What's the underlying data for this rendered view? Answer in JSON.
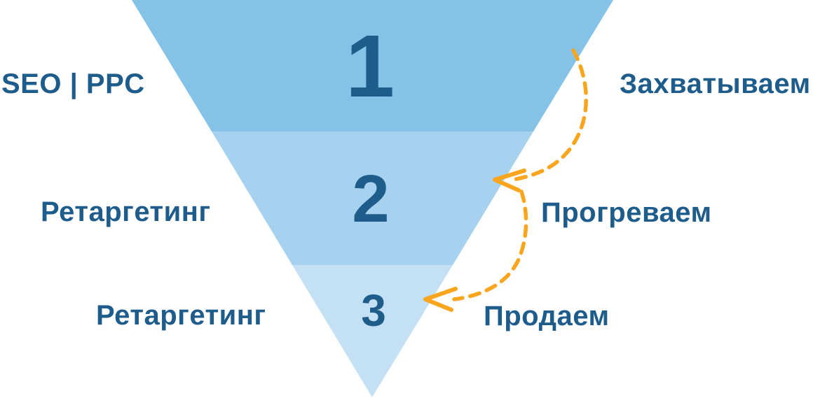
{
  "funnel": {
    "levels": [
      {
        "number": "1",
        "left_label": "SEO | PPC",
        "right_label": "Захватываем",
        "color": "#85C2E7"
      },
      {
        "number": "2",
        "left_label": "Ретаргетинг",
        "right_label": "Прогреваем",
        "color": "#A6D2EF"
      },
      {
        "number": "3",
        "left_label": "Ретаргетинг",
        "right_label": "Продаем",
        "color": "#C3E0F5"
      }
    ],
    "text_color": "#1E5C8C",
    "arrow_color": "#F9A51E"
  }
}
